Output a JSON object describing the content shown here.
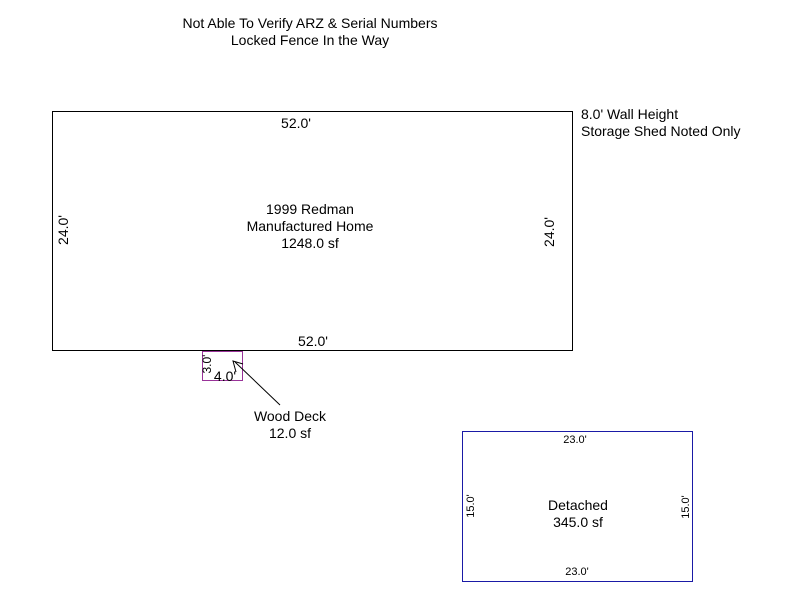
{
  "header": {
    "line1": "Not Able To Verify ARZ & Serial Numbers",
    "line2": "Locked Fence In the Way"
  },
  "side_note": {
    "line1": "8.0' Wall Height",
    "line2": "Storage Shed Noted Only"
  },
  "home": {
    "top_dim": "52.0'",
    "bottom_dim": "52.0'",
    "left_dim": "24.0'",
    "right_dim": "24.0'",
    "line1": "1999 Redman",
    "line2": "Manufactured Home",
    "line3": "1248.0 sf",
    "outline_color": "#000000"
  },
  "deck": {
    "width_dim": "4.0'",
    "height_dim": "3.0'",
    "label_line1": "Wood Deck",
    "label_line2": "12.0 sf",
    "outline_color": "#993399"
  },
  "detached": {
    "top_dim": "23.0'",
    "bottom_dim": "23.0'",
    "left_dim": "15.0'",
    "right_dim": "15.0'",
    "line1": "Detached",
    "line2": "345.0 sf",
    "outline_color": "#1a1aa6"
  }
}
